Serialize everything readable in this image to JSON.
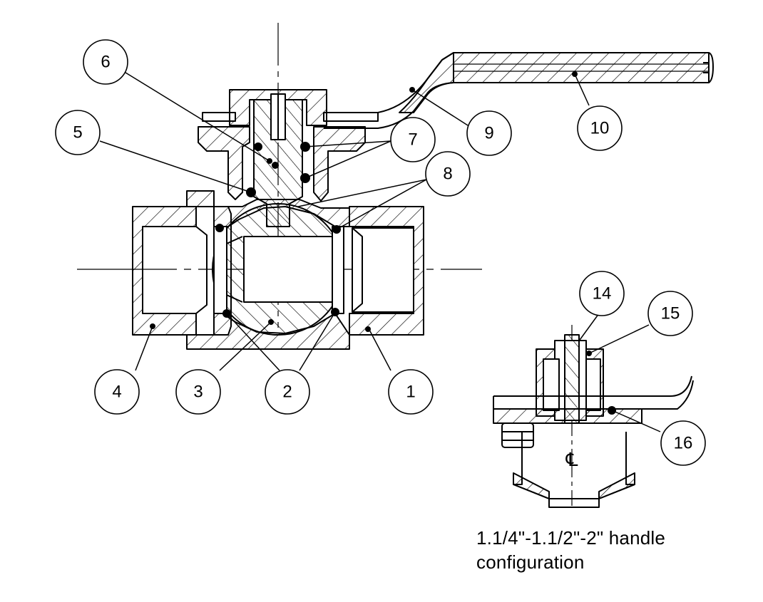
{
  "callouts": [
    {
      "id": "c1",
      "label": "1"
    },
    {
      "id": "c2",
      "label": "2"
    },
    {
      "id": "c3",
      "label": "3"
    },
    {
      "id": "c4",
      "label": "4"
    },
    {
      "id": "c5",
      "label": "5"
    },
    {
      "id": "c6",
      "label": "6"
    },
    {
      "id": "c7",
      "label": "7"
    },
    {
      "id": "c8",
      "label": "8"
    },
    {
      "id": "c9",
      "label": "9"
    },
    {
      "id": "c10",
      "label": "10"
    },
    {
      "id": "c14",
      "label": "14"
    },
    {
      "id": "c15",
      "label": "15"
    },
    {
      "id": "c16",
      "label": "16"
    }
  ],
  "centerline_symbol": "℄",
  "caption": {
    "line1": "1.1/4\"-1.1/2\"-2\" handle",
    "line2": "configuration"
  },
  "colors": {
    "ink": "#000000",
    "paper": "#ffffff"
  }
}
